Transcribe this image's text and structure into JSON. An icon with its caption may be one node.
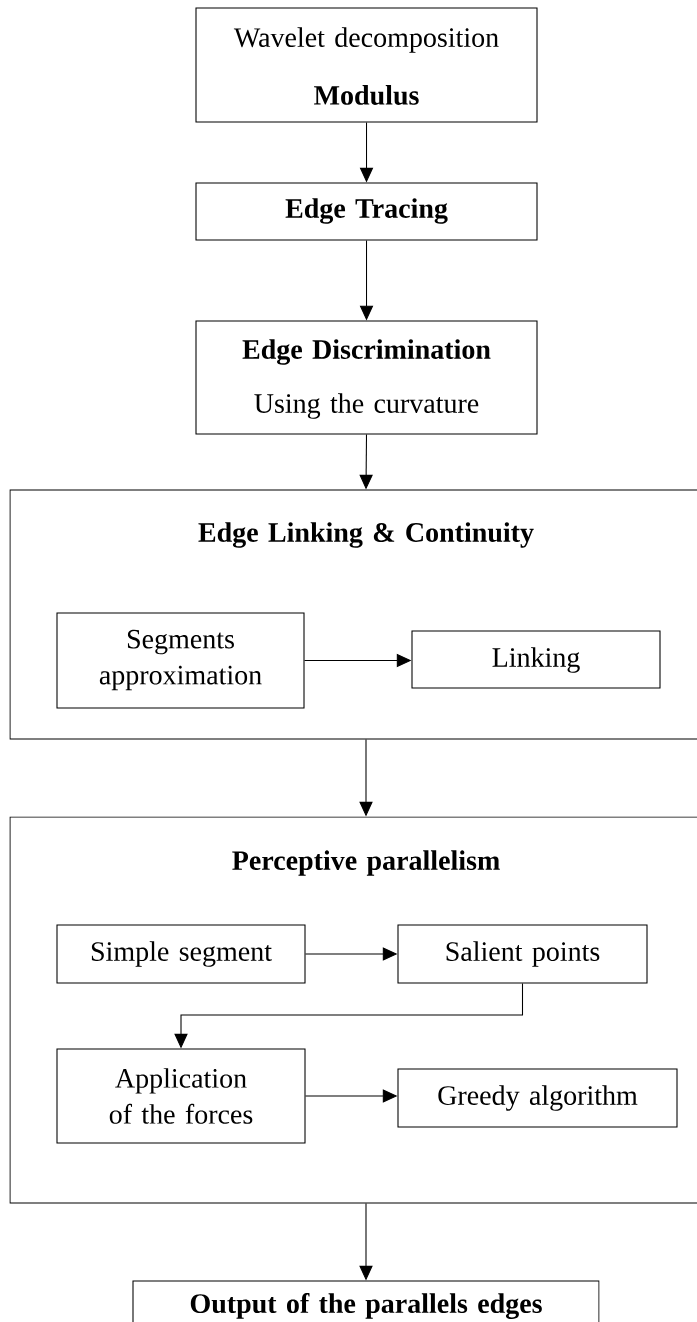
{
  "diagram": {
    "nodes": [
      {
        "text": [
          "Wavelet decomposition",
          "Modulus"
        ]
      },
      {
        "text": [
          "Edge Tracing"
        ]
      },
      {
        "text": [
          "Edge Discrimination",
          "Using the curvature"
        ]
      },
      {
        "text": [
          "Edge Linking & Continuity"
        ]
      },
      {
        "text": [
          "Segments approximation"
        ],
        "in": 3
      },
      {
        "text": [
          "Linking"
        ],
        "in": 3
      },
      {
        "text": [
          "Perceptive parallelism"
        ]
      },
      {
        "text": [
          "Simple segment"
        ],
        "in": 6
      },
      {
        "text": [
          "Salient points"
        ],
        "in": 6
      },
      {
        "text": [
          "Application of the forces"
        ],
        "in": 6
      },
      {
        "text": [
          "Greedy algorithm"
        ],
        "in": 6
      },
      {
        "text": [
          "Output of the parallels edges"
        ]
      }
    ],
    "edges": [
      {
        "from": 0,
        "to": 1,
        "arrow": "to"
      },
      {
        "from": 1,
        "to": 2,
        "arrow": "to"
      },
      {
        "from": 2,
        "to": 3,
        "arrow": "to"
      },
      {
        "from": 4,
        "to": 5,
        "arrow": "to"
      },
      {
        "from": 3,
        "to": 6,
        "arrow": "to"
      },
      {
        "from": 7,
        "to": 8,
        "arrow": "to"
      },
      {
        "from": 8,
        "to": 9,
        "arrow": "to"
      },
      {
        "from": 9,
        "to": 10,
        "arrow": "to"
      },
      {
        "from": 6,
        "to": 11,
        "arrow": "to"
      }
    ]
  }
}
